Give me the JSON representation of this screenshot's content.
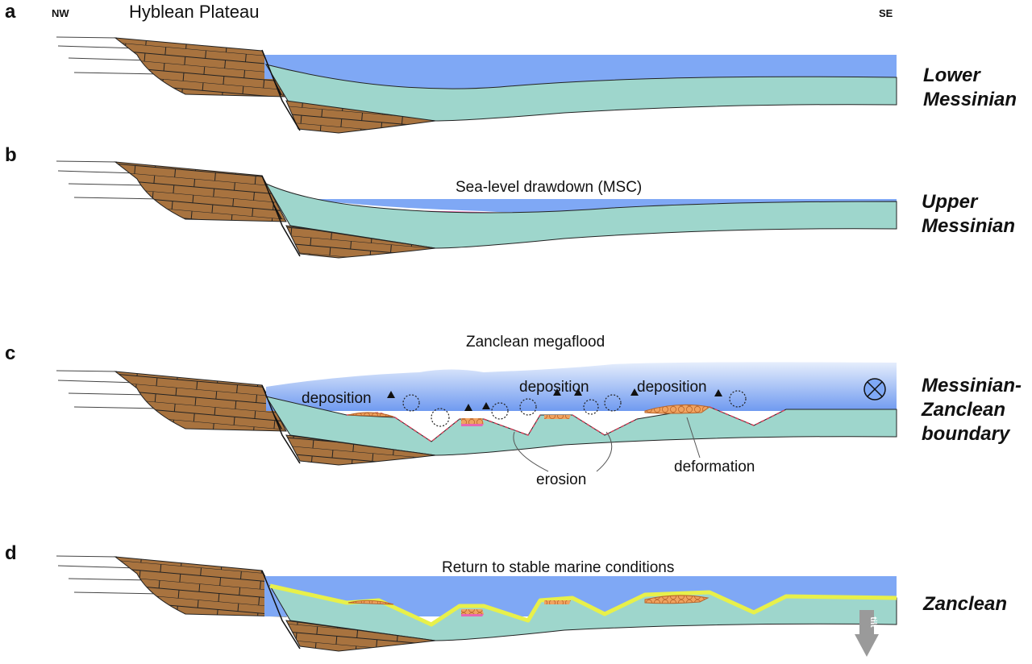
{
  "header": {
    "direction_left": "NW",
    "direction_right": "SE",
    "location": "Hyblean Plateau"
  },
  "colors": {
    "sea": "#7fa8f5",
    "sediment": "#9ed6cc",
    "limestone": "#a8733f",
    "evaporite": "#e867b0",
    "deposit": "#f0a360",
    "drape": "#e8f04a",
    "erosion_line": "#d8405a",
    "tilt_arrow": "#9a9a9a"
  },
  "panels": [
    {
      "label": "a",
      "stage_line1": "Lower",
      "stage_line2": "Messinian",
      "caption": ""
    },
    {
      "label": "b",
      "stage_line1": "Upper",
      "stage_line2": "Messinian",
      "caption": "Sea-level drawdown (MSC)"
    },
    {
      "label": "c",
      "stage_line1": "Messinian-",
      "stage_line2": "Zanclean",
      "stage_line3": "boundary",
      "caption": "Zanclean megaflood",
      "annotations": {
        "deposition_1": "deposition",
        "deposition_2": "deposition",
        "deposition_3": "deposition",
        "erosion": "erosion",
        "deformation": "deformation"
      }
    },
    {
      "label": "d",
      "stage_line1": "Zanclean",
      "stage_line2": "",
      "caption": "Return to stable marine conditions",
      "tilt_label": "tilt"
    }
  ]
}
